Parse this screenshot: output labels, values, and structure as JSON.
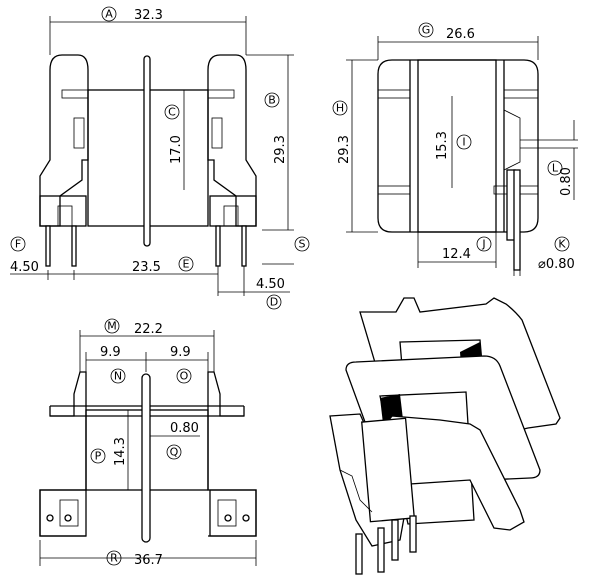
{
  "callouts": {
    "A": "A",
    "B": "B",
    "C": "C",
    "D": "D",
    "E": "E",
    "F": "F",
    "G": "G",
    "H": "H",
    "I": "I",
    "J": "J",
    "K": "K",
    "L": "L",
    "M": "M",
    "N": "N",
    "O": "O",
    "P": "P",
    "Q": "Q",
    "R": "R",
    "S": "S"
  },
  "dimensions": {
    "A": "32.3",
    "B": "29.3",
    "C": "17.0",
    "D": "4.50",
    "E": "23.5",
    "F": "4.50",
    "G": "26.6",
    "H": "29.3",
    "I": "15.3",
    "J": "12.4",
    "K": "⌀0.80",
    "L": "0.80",
    "M": "22.2",
    "N": "9.9",
    "O": "9.9",
    "P": "14.3",
    "Q": "0.80",
    "R": "36.7"
  }
}
